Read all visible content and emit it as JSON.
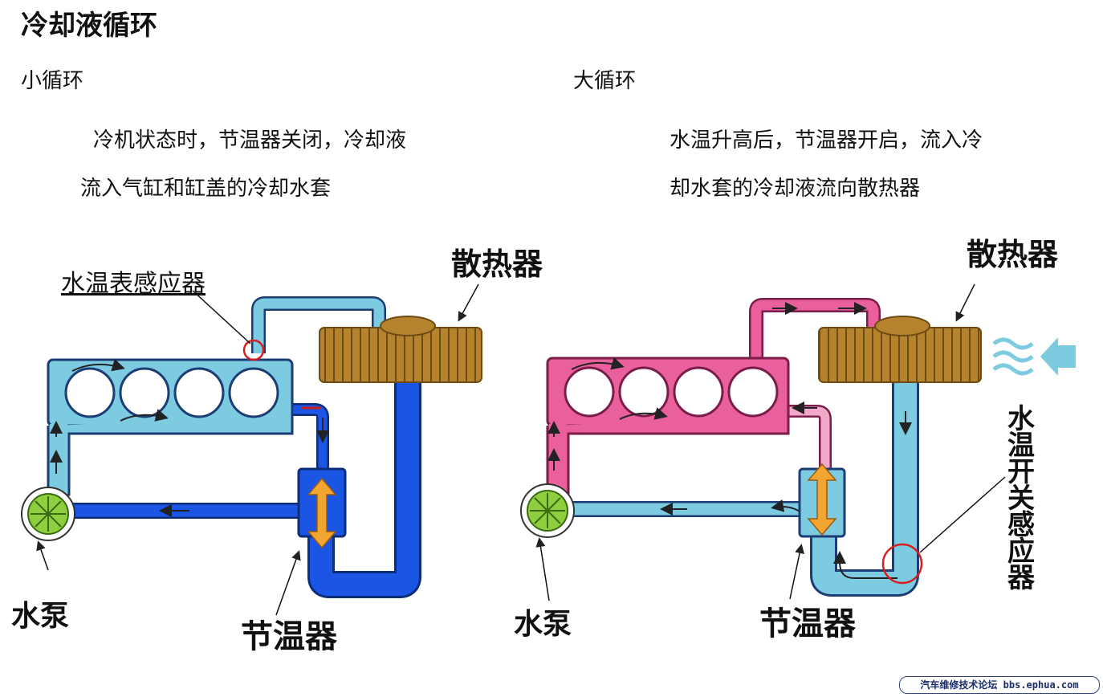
{
  "title": "冷却液循环",
  "left": {
    "heading": "小循环",
    "desc_line1": "冷机状态时，节温器关闭，冷却液",
    "desc_line2": "流入气缸和缸盖的冷却水套",
    "radiator_label": "散热器",
    "sensor_label": "水温表感应器",
    "pump_label": "水泵",
    "thermostat_label": "节温器"
  },
  "right": {
    "heading": "大循环",
    "desc_line1": "水温升高后，节温器开启，流入冷",
    "desc_line2": "却水套的冷却液流向散热器",
    "radiator_label": "散热器",
    "switch_sensor_label": [
      "水",
      "温",
      "开",
      "关",
      "感",
      "应",
      "器"
    ],
    "pump_label": "水泵",
    "thermostat_label": "节温器"
  },
  "watermark": "汽车维修技术论坛 bbs.ephua.com",
  "colors": {
    "coolant_cold": "#7ccbe0",
    "coolant_hot": "#e9609c",
    "small_loop_flow": "#1a55e3",
    "radiator": "#b5822d",
    "thermostat_arrow": "#f2a531",
    "pump": "#8fcf3f",
    "marker_circle": "#d81e1e",
    "air_flow": "#7ccbe0"
  }
}
